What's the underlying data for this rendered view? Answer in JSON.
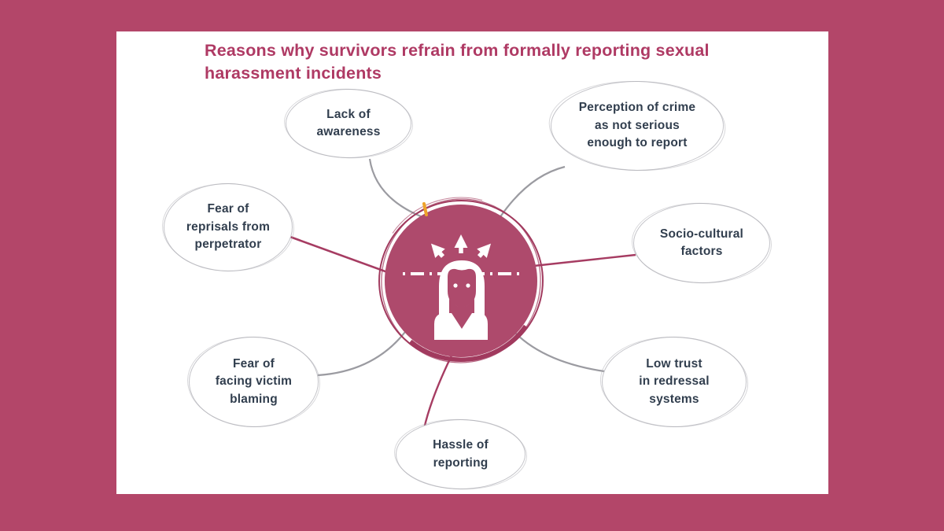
{
  "title": {
    "text": "Reasons why survivors refrain from formally reporting sexual\nharassment incidents"
  },
  "bubbles": [
    {
      "id": "lack-of-awareness",
      "label": "Lack of\nawareness"
    },
    {
      "id": "perception-not-serious",
      "label": "Perception of crime\nas not serious\nenough to report"
    },
    {
      "id": "fear-of-reprisals",
      "label": "Fear of\nreprisals from\nperpetrator"
    },
    {
      "id": "socio-cultural-factors",
      "label": "Socio-cultural\nfactors"
    },
    {
      "id": "fear-victim-blaming",
      "label": "Fear of\nfacing victim\nblaming"
    },
    {
      "id": "low-trust-redressal",
      "label": "Low trust\nin redressal\nsystems"
    },
    {
      "id": "hassle-of-reporting",
      "label": "Hassle of\nreporting"
    }
  ],
  "center": {
    "icon": "woman-with-outward-arrows-icon"
  },
  "colors": {
    "frame": "#b34669",
    "card": "#ffffff",
    "title": "#af3a64",
    "bubble_text": "#313e4e",
    "bubble_border": "#c4c4c9",
    "connector_gray": "#9b9ba1",
    "connector_maroon": "#a63c62",
    "circle_fill": "#ae4a6c",
    "circle_ring": "#a13a5e",
    "accent_tick": "#eda32a",
    "icon": "#ffffff"
  }
}
